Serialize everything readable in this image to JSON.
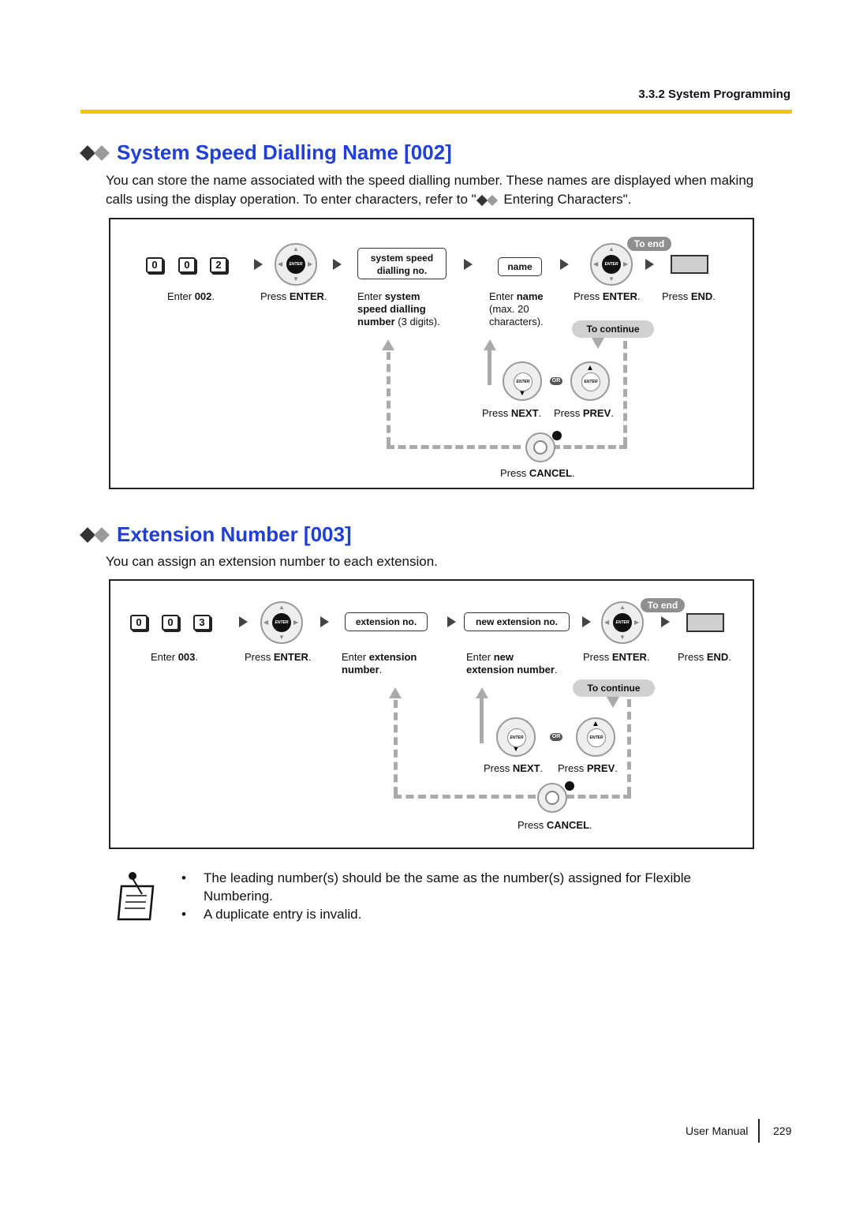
{
  "header": {
    "section": "3.3.2 System Programming"
  },
  "section1": {
    "title": "System Speed Dialling Name [002]",
    "intro_line1": "You can store the name associated with the speed dialling number. These names are displayed when making",
    "intro_line2_a": "calls using the display operation. To enter characters, refer to \"",
    "intro_line2_b": " Entering Characters\".",
    "keys": [
      "0",
      "0",
      "2"
    ],
    "box_system_speed_1": "system speed",
    "box_system_speed_2": "dialling no.",
    "box_name": "name",
    "to_end": "To end",
    "to_continue": "To continue",
    "or": "OR",
    "enter_text": "ENTER",
    "cap_enter_a": "Enter ",
    "cap_enter_b": "002",
    "cap_enter_c": ".",
    "cap_press_enter_a": "Press ",
    "cap_press_enter_b": "ENTER",
    "cap_press_enter_c": ".",
    "cap_sys_1a": "Enter ",
    "cap_sys_1b": "system",
    "cap_sys_2": "speed dialling",
    "cap_sys_3a": "number",
    "cap_sys_3b": " (3 digits).",
    "cap_name_1a": "Enter ",
    "cap_name_1b": "name",
    "cap_name_2": "(max. 20",
    "cap_name_3": "characters).",
    "cap_press_enter2_a": "Press ",
    "cap_press_enter2_b": "ENTER",
    "cap_press_enter2_c": ".",
    "cap_end_a": "Press ",
    "cap_end_b": "END",
    "cap_end_c": ".",
    "cap_next_a": "Press ",
    "cap_next_b": "NEXT",
    "cap_next_c": ".",
    "cap_prev_a": "Press ",
    "cap_prev_b": "PREV",
    "cap_prev_c": ".",
    "cap_cancel_a": "Press ",
    "cap_cancel_b": "CANCEL",
    "cap_cancel_c": "."
  },
  "section2": {
    "title": "Extension Number [003]",
    "intro": "You can assign an extension number to each extension.",
    "keys": [
      "0",
      "0",
      "3"
    ],
    "box_extension": "extension no.",
    "box_new_extension": "new extension no.",
    "to_end": "To end",
    "to_continue": "To continue",
    "or": "OR",
    "enter_text": "ENTER",
    "cap_enter_a": "Enter ",
    "cap_enter_b": "003",
    "cap_enter_c": ".",
    "cap_press_enter_a": "Press ",
    "cap_press_enter_b": "ENTER",
    "cap_press_enter_c": ".",
    "cap_ext_1a": "Enter ",
    "cap_ext_1b": "extension",
    "cap_ext_2a": "number",
    "cap_ext_2b": ".",
    "cap_new_1a": "Enter ",
    "cap_new_1b": "new",
    "cap_new_2a": "extension number",
    "cap_new_2b": ".",
    "cap_press_enter2_a": "Press ",
    "cap_press_enter2_b": "ENTER",
    "cap_press_enter2_c": ".",
    "cap_end_a": "Press ",
    "cap_end_b": "END",
    "cap_end_c": ".",
    "cap_next_a": "Press ",
    "cap_next_b": "NEXT",
    "cap_next_c": ".",
    "cap_prev_a": "Press ",
    "cap_prev_b": "PREV",
    "cap_prev_c": ".",
    "cap_cancel_a": "Press ",
    "cap_cancel_b": "CANCEL",
    "cap_cancel_c": "."
  },
  "notes": {
    "items": [
      "The leading number(s) should be the same as the number(s) assigned for Flexible",
      "Numbering.",
      "A duplicate entry is invalid."
    ]
  },
  "footer": {
    "label": "User Manual",
    "page": "229"
  },
  "colors": {
    "title_blue": "#1f3fd6",
    "rule_yellow": "#f2c600"
  },
  "icons": [
    "diamond-icon",
    "enter-button-icon",
    "end-button-icon",
    "cancel-button-icon",
    "note-pad-icon"
  ]
}
